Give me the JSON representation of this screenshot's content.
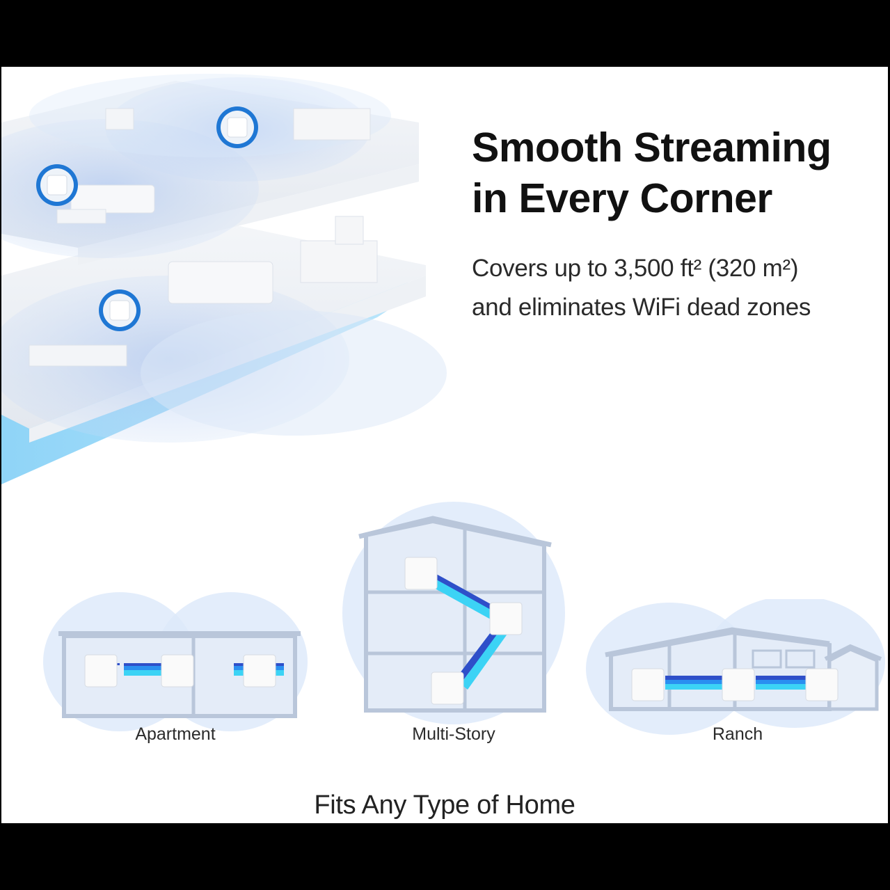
{
  "hero": {
    "headline_line1": "Smooth Streaming",
    "headline_line2": "in Every Corner",
    "subcopy_line1": "Covers up to 3,500 ft² (320 m²)",
    "subcopy_line2": "and eliminates WiFi dead zones",
    "illustration": "isometric-two-floor-home-with-mesh-nodes",
    "node_count": 3
  },
  "home_types": [
    {
      "label": "Apartment",
      "icon": "apartment-house-icon",
      "nodes": 3
    },
    {
      "label": "Multi-Story",
      "icon": "multi-story-house-icon",
      "nodes": 3
    },
    {
      "label": "Ranch",
      "icon": "ranch-house-icon",
      "nodes": 3
    }
  ],
  "footer": {
    "caption": "Fits Any Type of Home"
  },
  "colors": {
    "background": "#ffffff",
    "frame": "#000000",
    "node_ring": "#1f77d4",
    "link_dark": "#2e4fc9",
    "link_mid": "#2a8ff0",
    "link_light": "#3cd3f5",
    "coverage_glow": "#cfe0f7",
    "house_outline": "#b9c6da",
    "floor_edge": "#8fd1f5"
  }
}
